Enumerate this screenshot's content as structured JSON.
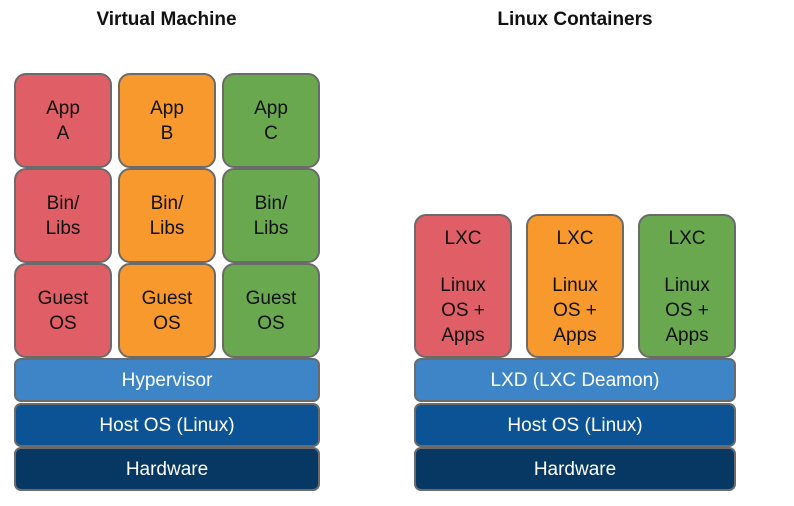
{
  "colors": {
    "red": "#e05f66",
    "orange": "#f7992d",
    "green": "#6aa84f",
    "hypervisor": "#3d85c6",
    "host": "#0b5394",
    "hardware": "#073763"
  },
  "vm": {
    "title": "Virtual Machine",
    "apps": [
      {
        "app": "App\nA",
        "bins": "Bin/\nLibs",
        "guest": "Guest\nOS",
        "color": "#e05f66"
      },
      {
        "app": "App\nB",
        "bins": "Bin/\nLibs",
        "guest": "Guest\nOS",
        "color": "#f7992d"
      },
      {
        "app": "App\nC",
        "bins": "Bin/\nLibs",
        "guest": "Guest\nOS",
        "color": "#6aa84f"
      }
    ],
    "hypervisor": "Hypervisor",
    "host_os": "Host OS (Linux)",
    "hardware": "Hardware"
  },
  "lxc": {
    "title": "Linux Containers",
    "containers": [
      {
        "label": "LXC",
        "body": "Linux\nOS +\nApps",
        "color": "#e05f66"
      },
      {
        "label": "LXC",
        "body": "Linux\nOS +\nApps",
        "color": "#f7992d"
      },
      {
        "label": "LXC",
        "body": "Linux\nOS +\nApps",
        "color": "#6aa84f"
      }
    ],
    "daemon": "LXD (LXC Deamon)",
    "host_os": "Host OS (Linux)",
    "hardware": "Hardware"
  }
}
